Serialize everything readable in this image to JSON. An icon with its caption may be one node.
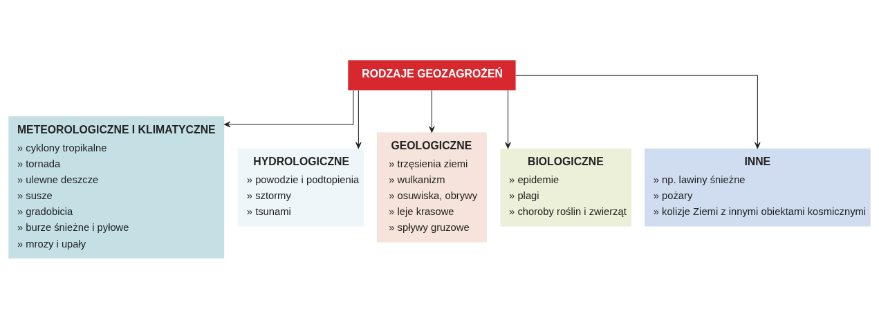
{
  "diagram": {
    "nodes": [
      {
        "text": [
          "RODZAJE GEOZAGROŻEŃ"
        ]
      },
      {
        "text": [
          "METEOROLOGICZNE I KLIMATYCZNE",
          "» cyklony tropikalne",
          "» tornada",
          "» ulewne deszcze",
          "» susze",
          "» gradobicia",
          "» burze śnieżne i pyłowe",
          "» mrozy i upały"
        ]
      },
      {
        "text": [
          "HYDROLOGICZNE",
          "» powodzie i podtopienia",
          "» sztormy",
          "» tsunami"
        ]
      },
      {
        "text": [
          "GEOLOGICZNE",
          "» trzęsienia ziemi",
          "» wulkanizm",
          "» osuwiska, obrywy",
          "» leje krasowe",
          "» spływy gruzowe"
        ]
      },
      {
        "text": [
          "BIOLOGICZNE",
          "» epidemie",
          "» plagi",
          "» choroby roślin i zwierząt"
        ]
      },
      {
        "text": [
          "INNE",
          "» np. lawiny śnieżne",
          "» pożary",
          "» kolizje Ziemi z innymi obiektami kosmicznymi"
        ]
      }
    ],
    "edges": [
      {
        "from": 0,
        "to": 1,
        "arrow": "to"
      },
      {
        "from": 0,
        "to": 2,
        "arrow": "to"
      },
      {
        "from": 0,
        "to": 3,
        "arrow": "to"
      },
      {
        "from": 0,
        "to": 4,
        "arrow": "to"
      },
      {
        "from": 0,
        "to": 5,
        "arrow": "to"
      }
    ]
  }
}
